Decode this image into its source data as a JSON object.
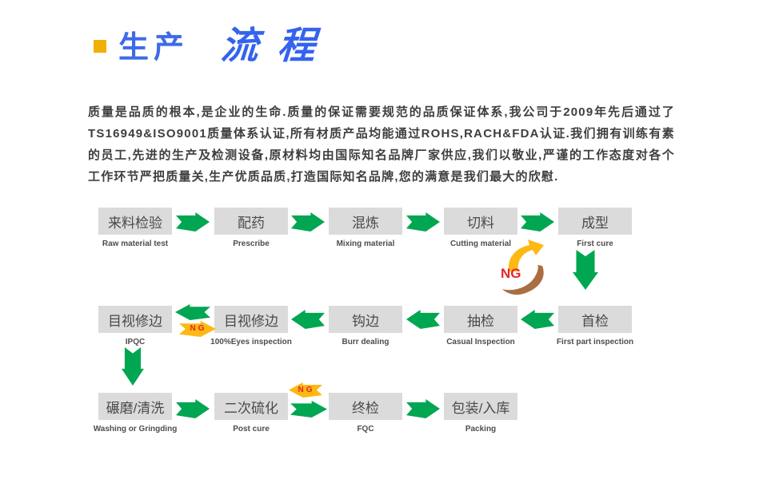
{
  "title": {
    "main": "生产",
    "script": "流程"
  },
  "intro": "质量是品质的根本,是企业的生命.质量的保证需要规范的品质保证体系,我公司于2009年先后通过了TS16949&ISO9001质量体系认证,所有材质产品均能通过ROHS,RACH&FDA认证.我们拥有训练有素的员工,先进的生产及检测设备,原材料均由国际知名品牌厂家供应,我们以敬业,严谨的工作态度对各个工作环节严把质量关,生产优质品质,打造国际知名品牌,您的满意是我们最大的欣慰.",
  "colors": {
    "title_blue": "#3D6BE8",
    "bullet_yellow": "#F0B000",
    "arrow_green": "#00A651",
    "arrow_yellow": "#FDB813",
    "arrow_brown": "#A96E41",
    "ng_red": "#E8232A",
    "box_gray": "#DBDBDB"
  },
  "flow": {
    "ng_label": "NG",
    "row1": [
      {
        "zh": "来料检验",
        "en": "Raw material test"
      },
      {
        "zh": "配药",
        "en": "Prescribe"
      },
      {
        "zh": "混炼",
        "en": "Mixing material"
      },
      {
        "zh": "切料",
        "en": "Cutting material"
      },
      {
        "zh": "成型",
        "en": "First cure"
      }
    ],
    "row2": [
      {
        "zh": "目视修边",
        "en": "IPQC"
      },
      {
        "zh": "目视修边",
        "en": "100%Eyes inspection"
      },
      {
        "zh": "钩边",
        "en": "Burr dealing"
      },
      {
        "zh": "抽检",
        "en": "Casual Inspection"
      },
      {
        "zh": "首检",
        "en": "First part inspection"
      }
    ],
    "row3": [
      {
        "zh": "碾磨/清洗",
        "en": "Washing or Gringding"
      },
      {
        "zh": "二次硫化",
        "en": "Post cure"
      },
      {
        "zh": "终检",
        "en": "FQC"
      },
      {
        "zh": "包装/入库",
        "en": "Packing"
      }
    ]
  }
}
